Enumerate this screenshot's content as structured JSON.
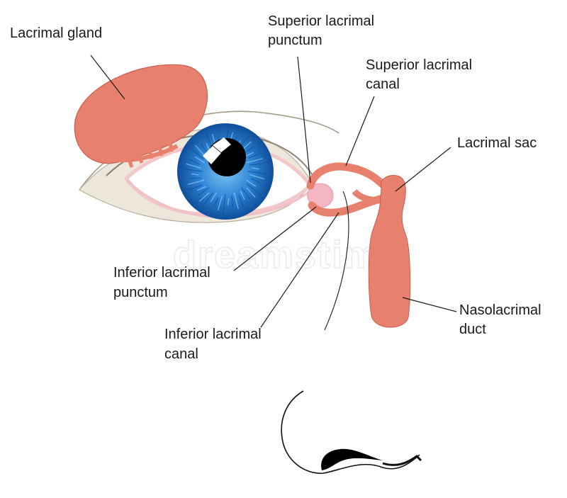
{
  "labels": {
    "lacrimal_gland": "Lacrimal gland",
    "superior_punctum_1": "Superior lacrimal",
    "superior_punctum_2": "punctum",
    "superior_canal_1": "Superior lacrimal",
    "superior_canal_2": "canal",
    "lacrimal_sac": "Lacrimal sac",
    "inferior_punctum_1": "Inferior lacrimal",
    "inferior_punctum_2": "punctum",
    "inferior_canal_1": "Inferior lacrimal",
    "inferior_canal_2": "canal",
    "nasolacrimal_1": "Nasolacrimal",
    "nasolacrimal_2": "duct"
  },
  "watermark": "dreamstime",
  "colors": {
    "tissue": "#E8806E",
    "tissue_edge": "#C9604F",
    "iris": "#2E86D6",
    "iris_dark": "#0F4E9A",
    "pupil": "#000000",
    "sclera_edge": "#F3C6C9",
    "skin_line": "#A59A86",
    "caruncle": "#F4B6C3"
  }
}
